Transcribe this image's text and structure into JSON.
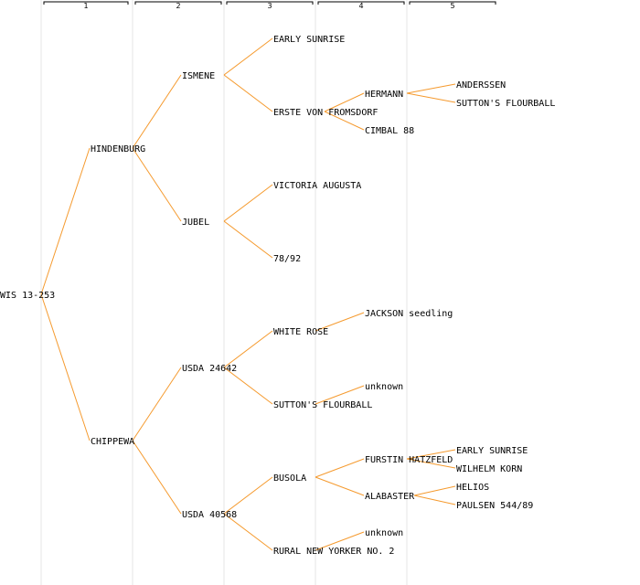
{
  "colors": {
    "edge": "#f59a2e",
    "column_guide": "#e6e6e6",
    "header_line": "#000000",
    "text": "#000000",
    "highlight_text": "#0000cc"
  },
  "generations": [
    "1",
    "2",
    "3",
    "4",
    "5"
  ],
  "nodes": [
    {
      "id": "n0",
      "gen": 0,
      "label": "WIS 13-253"
    },
    {
      "id": "n1",
      "gen": 1,
      "label": "HINDENBURG"
    },
    {
      "id": "n2",
      "gen": 2,
      "label": "ISMENE"
    },
    {
      "id": "n3",
      "gen": 3,
      "label": "EARLY SUNRISE"
    },
    {
      "id": "n4",
      "gen": 3,
      "label": "ERSTE VON FROMSDORF"
    },
    {
      "id": "n5",
      "gen": 4,
      "label": "HERMANN"
    },
    {
      "id": "n6",
      "gen": 5,
      "label": "ANDERSSEN"
    },
    {
      "id": "n7",
      "gen": 5,
      "label": "SUTTON'S FLOURBALL"
    },
    {
      "id": "n8",
      "gen": 4,
      "label": "CIMBAL 88"
    },
    {
      "id": "n9",
      "gen": 2,
      "label": "JUBEL"
    },
    {
      "id": "n10",
      "gen": 3,
      "label": "VICTORIA AUGUSTA"
    },
    {
      "id": "n11",
      "gen": 3,
      "label": "78/92"
    },
    {
      "id": "n12",
      "gen": 1,
      "label": "CHIPPEWA"
    },
    {
      "id": "n13",
      "gen": 2,
      "label": "USDA 24642"
    },
    {
      "id": "n14",
      "gen": 3,
      "label": "WHITE ROSE",
      "highlight": true
    },
    {
      "id": "n15",
      "gen": 4,
      "label": "JACKSON seedling"
    },
    {
      "id": "n16",
      "gen": 3,
      "label": "SUTTON'S FLOURBALL"
    },
    {
      "id": "n17",
      "gen": 4,
      "label": "unknown"
    },
    {
      "id": "n18",
      "gen": 2,
      "label": "USDA 40568"
    },
    {
      "id": "n19",
      "gen": 3,
      "label": "BUSOLA"
    },
    {
      "id": "n20",
      "gen": 4,
      "label": "FURSTIN HATZFELD"
    },
    {
      "id": "n21",
      "gen": 5,
      "label": "EARLY SUNRISE"
    },
    {
      "id": "n22",
      "gen": 5,
      "label": "WILHELM KORN"
    },
    {
      "id": "n23",
      "gen": 4,
      "label": "ALABASTER"
    },
    {
      "id": "n24",
      "gen": 5,
      "label": "HELIOS"
    },
    {
      "id": "n25",
      "gen": 5,
      "label": "PAULSEN 544/89"
    },
    {
      "id": "n26",
      "gen": 3,
      "label": "RURAL NEW YORKER NO. 2"
    },
    {
      "id": "n27",
      "gen": 4,
      "label": "unknown"
    }
  ],
  "edges": [
    [
      "n0",
      "n1"
    ],
    [
      "n0",
      "n12"
    ],
    [
      "n1",
      "n2"
    ],
    [
      "n1",
      "n9"
    ],
    [
      "n2",
      "n3"
    ],
    [
      "n2",
      "n4"
    ],
    [
      "n4",
      "n5"
    ],
    [
      "n4",
      "n8"
    ],
    [
      "n5",
      "n6"
    ],
    [
      "n5",
      "n7"
    ],
    [
      "n9",
      "n10"
    ],
    [
      "n9",
      "n11"
    ],
    [
      "n12",
      "n13"
    ],
    [
      "n12",
      "n18"
    ],
    [
      "n13",
      "n14"
    ],
    [
      "n13",
      "n16"
    ],
    [
      "n14",
      "n15"
    ],
    [
      "n16",
      "n17"
    ],
    [
      "n18",
      "n19"
    ],
    [
      "n18",
      "n26"
    ],
    [
      "n19",
      "n20"
    ],
    [
      "n19",
      "n23"
    ],
    [
      "n20",
      "n21"
    ],
    [
      "n20",
      "n22"
    ],
    [
      "n23",
      "n24"
    ],
    [
      "n23",
      "n25"
    ],
    [
      "n26",
      "n27"
    ]
  ]
}
